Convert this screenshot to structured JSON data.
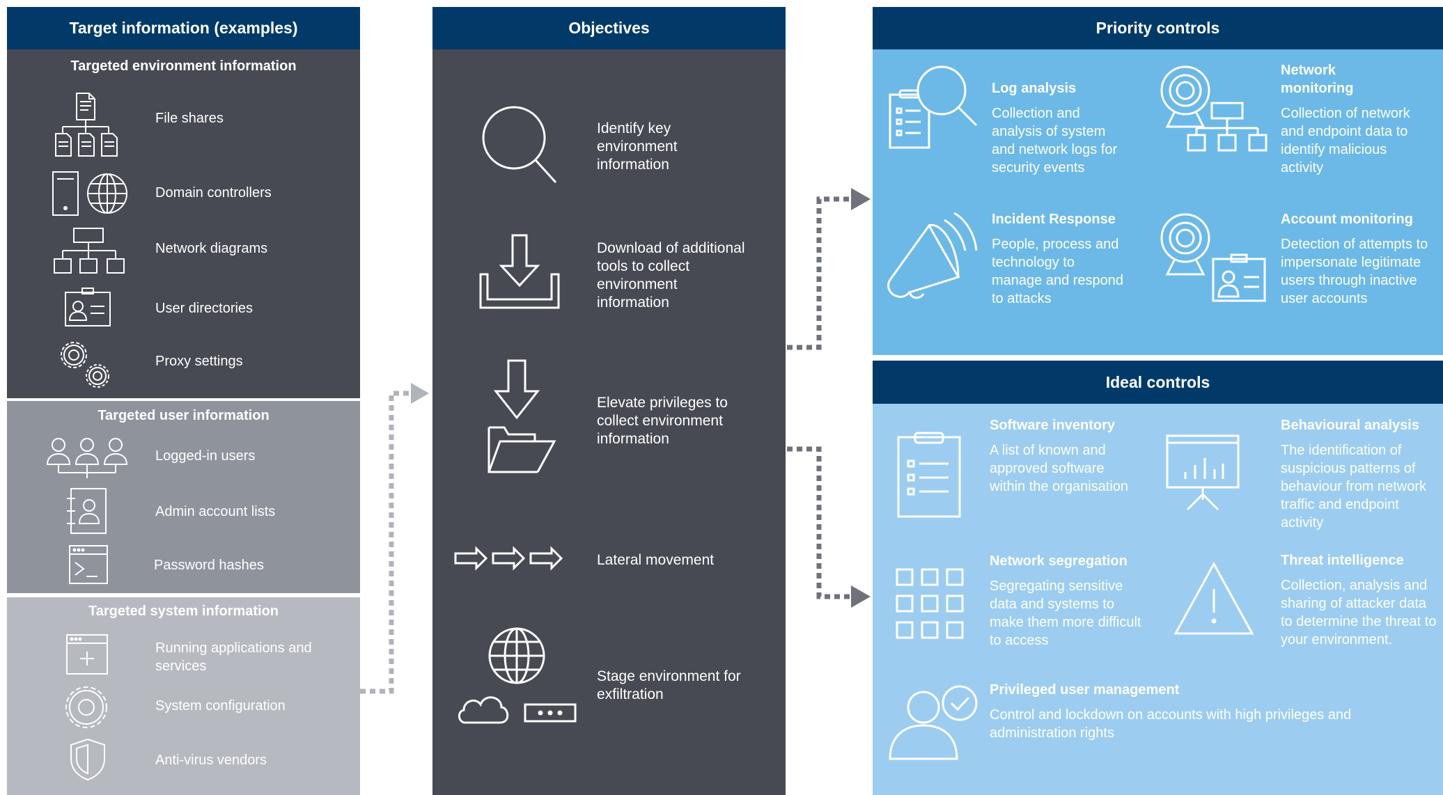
{
  "columns": {
    "targets": {
      "title": "Target information (examples)",
      "environment": {
        "title": "Targeted environment information",
        "items": [
          {
            "label": "File shares",
            "icon": "file-shares-icon"
          },
          {
            "label": "Domain controllers",
            "icon": "domain-controllers-icon"
          },
          {
            "label": "Network diagrams",
            "icon": "network-diagram-icon"
          },
          {
            "label": "User directories",
            "icon": "id-card-icon"
          },
          {
            "label": "Proxy settings",
            "icon": "gears-icon"
          }
        ]
      },
      "user": {
        "title": "Targeted user information",
        "items": [
          {
            "label": "Logged-in users",
            "icon": "users-icon"
          },
          {
            "label": "Admin account lists",
            "icon": "address-book-icon"
          },
          {
            "label": "Password hashes",
            "icon": "terminal-icon"
          }
        ]
      },
      "system": {
        "title": "Targeted system information",
        "items": [
          {
            "label": "Running applications and services",
            "icon": "app-window-icon"
          },
          {
            "label": "System configuration",
            "icon": "gear-icon"
          },
          {
            "label": "Anti-virus vendors",
            "icon": "shield-icon"
          }
        ]
      }
    },
    "objectives": {
      "title": "Objectives",
      "items": [
        {
          "label": "Identify key environment information",
          "icon": "magnifier-icon"
        },
        {
          "label": "Download of additional tools to collect environment information",
          "icon": "download-icon"
        },
        {
          "label": "Elevate privileges to collect environment information",
          "icon": "folder-arrow-icon"
        },
        {
          "label": "Lateral movement",
          "icon": "arrows-icon"
        },
        {
          "label": "Stage environment for exfiltration",
          "icon": "globe-cloud-server-icon"
        }
      ]
    },
    "priority": {
      "title": "Priority controls",
      "items": [
        {
          "title": "Log analysis",
          "text": "Collection and analysis of system and network logs for security events",
          "icon": "log-analysis-icon"
        },
        {
          "title": "Network monitoring",
          "text": "Collection of network and endpoint data to identify malicious activity",
          "icon": "network-monitoring-icon"
        },
        {
          "title": "Incident Response",
          "text": "People, process and technology to manage and respond to attacks",
          "icon": "megaphone-icon"
        },
        {
          "title": "Account monitoring",
          "text": "Detection of attempts to impersonate legitimate users through inactive user accounts",
          "icon": "account-monitoring-icon"
        }
      ]
    },
    "ideal": {
      "title": "Ideal controls",
      "items": [
        {
          "title": "Software inventory",
          "text": "A list of known and approved software within the organisation",
          "icon": "clipboard-list-icon"
        },
        {
          "title": "Behavioural analysis",
          "text": "The identification of suspicious patterns of behaviour from network traffic and endpoint activity",
          "icon": "presentation-chart-icon"
        },
        {
          "title": "Network segregation",
          "text": "Segregating sensitive data and systems to make them more difficult to access",
          "icon": "grid-icon"
        },
        {
          "title": "Threat intelligence",
          "text": "Collection, analysis and sharing of attacker data to determine the threat to your environment.",
          "icon": "warning-icon"
        },
        {
          "title": "Privileged user management",
          "text": "Control and lockdown on accounts with high privileges and administration rights",
          "icon": "user-check-icon"
        }
      ]
    }
  },
  "colors": {
    "header_navy": "#013a68",
    "env_panel": "#474a52",
    "user_panel": "#8f939c",
    "system_panel": "#b6b9c0",
    "objectives_panel": "#474a52",
    "priority_panel": "#6cb9e7",
    "ideal_panel": "#9ccdf0",
    "connector": "#9a9da4",
    "connector_dark": "#6f727a"
  }
}
